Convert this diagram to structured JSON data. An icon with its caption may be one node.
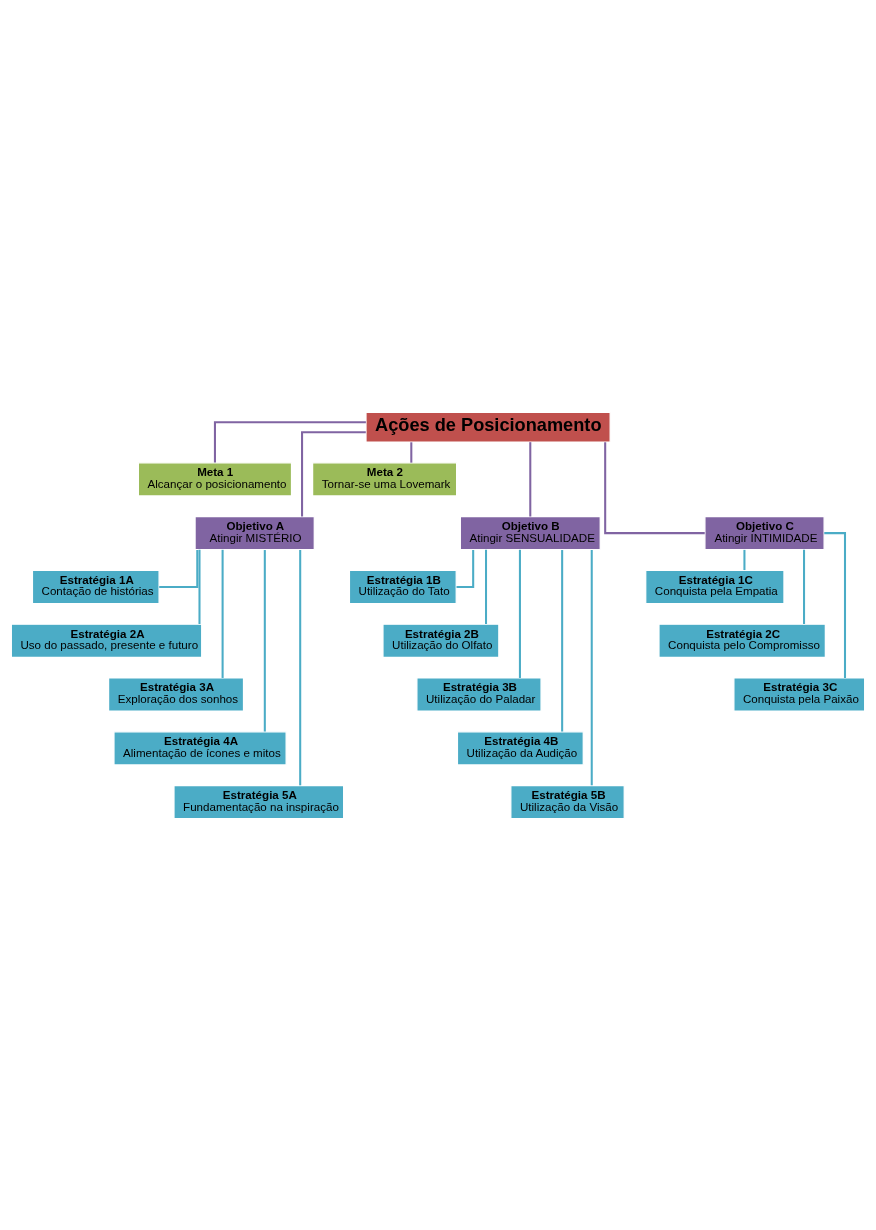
{
  "diagram": {
    "nodes": [
      {
        "text": [
          "Ações de Posicionamento"
        ]
      },
      {
        "text": [
          "Meta 1",
          "Alcançar o posicionamento"
        ]
      },
      {
        "text": [
          "Meta 2",
          "Tornar-se uma Lovemark"
        ]
      },
      {
        "text": [
          "Objetivo A",
          "Atingir MISTÉRIO"
        ]
      },
      {
        "text": [
          "Objetivo B",
          "Atingir SENSUALIDADE"
        ]
      },
      {
        "text": [
          "Objetivo C",
          "Atingir INTIMIDADE"
        ]
      },
      {
        "text": [
          "Estratégia 1A",
          "Contação de histórias"
        ]
      },
      {
        "text": [
          "Estratégia 2A",
          "Uso do passado, presente e futuro"
        ]
      },
      {
        "text": [
          "Estratégia 3A",
          "Exploração dos sonhos"
        ]
      },
      {
        "text": [
          "Estratégia 4A",
          "Alimentação de ícones e mitos"
        ]
      },
      {
        "text": [
          "Estratégia 5A",
          "Fundamentação na inspiração"
        ]
      },
      {
        "text": [
          "Estratégia 1B",
          "Utilização do Tato"
        ]
      },
      {
        "text": [
          "Estratégia 2B",
          "Utilização do Olfato"
        ]
      },
      {
        "text": [
          "Estratégia 3B",
          "Utilização do Paladar"
        ]
      },
      {
        "text": [
          "Estratégia 4B",
          "Utilização da Audição"
        ]
      },
      {
        "text": [
          "Estratégia 5B",
          "Utilização da Visão"
        ]
      },
      {
        "text": [
          "Estratégia 1C",
          "Conquista pela Empatia"
        ]
      },
      {
        "text": [
          "Estratégia 2C",
          "Conquista pelo Compromisso"
        ]
      },
      {
        "text": [
          "Estratégia 3C",
          "Conquista pela Paixão"
        ]
      }
    ],
    "edges": [
      {
        "from": 0,
        "to": 1,
        "arrow": "none",
        "color": "#8064a2"
      },
      {
        "from": 0,
        "to": 2,
        "arrow": "none",
        "color": "#8064a2"
      },
      {
        "from": 0,
        "to": 3,
        "arrow": "none",
        "color": "#8064a2"
      },
      {
        "from": 0,
        "to": 4,
        "arrow": "none",
        "color": "#8064a2"
      },
      {
        "from": 0,
        "to": 5,
        "arrow": "none",
        "color": "#8064a2"
      },
      {
        "from": 3,
        "to": 6,
        "arrow": "none"
      },
      {
        "from": 3,
        "to": 7,
        "arrow": "none"
      },
      {
        "from": 3,
        "to": 8,
        "arrow": "none"
      },
      {
        "from": 3,
        "to": 9,
        "arrow": "none"
      },
      {
        "from": 3,
        "to": 10,
        "arrow": "none"
      },
      {
        "from": 4,
        "to": 11,
        "arrow": "none"
      },
      {
        "from": 4,
        "to": 12,
        "arrow": "none"
      },
      {
        "from": 4,
        "to": 13,
        "arrow": "none"
      },
      {
        "from": 4,
        "to": 14,
        "arrow": "none"
      },
      {
        "from": 4,
        "to": 15,
        "arrow": "none"
      },
      {
        "from": 5,
        "to": 16,
        "arrow": "none"
      },
      {
        "from": 5,
        "to": 17,
        "arrow": "none"
      },
      {
        "from": 5,
        "to": 18,
        "arrow": "none"
      }
    ]
  }
}
